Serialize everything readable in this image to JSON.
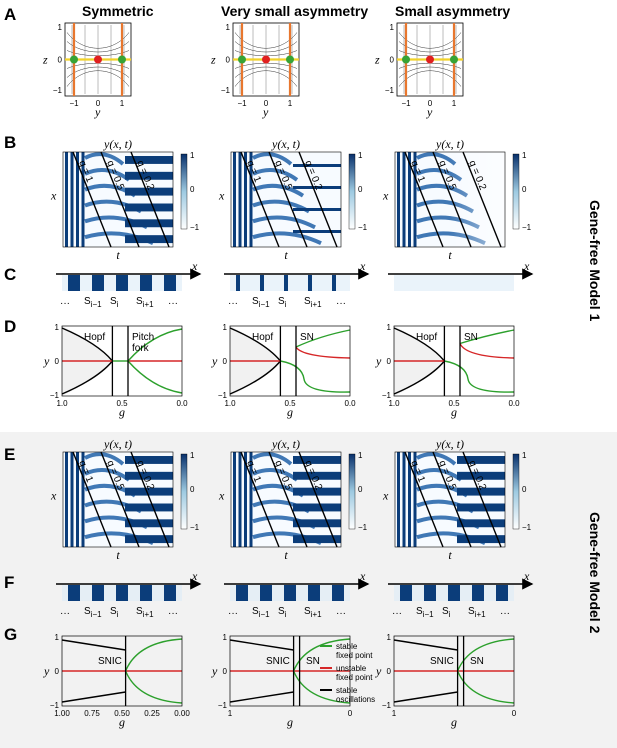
{
  "panel_letters": {
    "A": "A",
    "B": "B",
    "C": "C",
    "D": "D",
    "E": "E",
    "F": "F",
    "G": "G"
  },
  "columns": [
    "Symmetric",
    "Very small asymmetry",
    "Small asymmetry"
  ],
  "side_labels": {
    "model1": "Gene-free Model 1",
    "model2": "Gene-free Model 2"
  },
  "phase": {
    "ylabel": "z",
    "xlabel": "y",
    "xticks": [
      "−1",
      "0",
      "1"
    ],
    "yticks": [
      "1",
      "0",
      "−1"
    ]
  },
  "kymo": {
    "title": "y(x, t)",
    "xlabel": "t",
    "ylabel": "x",
    "g_labels": [
      "g = 1",
      "g = 0.5",
      "g = 0.2"
    ],
    "colorbar_ticks": [
      "1",
      "0",
      "−1"
    ]
  },
  "segments": {
    "axis_label": "x",
    "labels": [
      "S",
      "S",
      "S"
    ],
    "subs": [
      "i−1",
      "i",
      "i+1"
    ],
    "ellipsis": "···"
  },
  "bifurc_B": {
    "ylabel": "y",
    "xlabel": "g",
    "yticks": [
      "1",
      "0",
      "−1"
    ],
    "xticks": [
      "1.0",
      "0.5",
      "0.0"
    ],
    "annotations": [
      [
        "Hopf",
        "Pitch",
        "fork"
      ],
      [
        "Hopf",
        "SN",
        ""
      ],
      [
        "Hopf",
        "SN",
        ""
      ]
    ]
  },
  "bifurc_G": {
    "ylabel": "y",
    "xlabel": "g",
    "yticks": [
      "1",
      "0",
      "−1"
    ],
    "xticks_first": [
      "1.00",
      "0.75",
      "0.50",
      "0.25",
      "0.00"
    ],
    "xticks_other": [
      "1",
      "0"
    ],
    "annotations": [
      [
        "SNIC",
        ""
      ],
      [
        "SNIC",
        "SN"
      ],
      [
        "SNIC",
        "SN"
      ]
    ],
    "legend": [
      {
        "line1": "stable",
        "line2": "fixed point",
        "color": "#2ca02c"
      },
      {
        "line1": "unstable",
        "line2": "fixed point",
        "color": "#d62728"
      },
      {
        "line1": "stable",
        "line2": "oscillations",
        "color": "#000000"
      }
    ]
  },
  "colors": {
    "stable": "#2ca02c",
    "unstable": "#d62728",
    "osc": "#000000",
    "navy": "#0b3d7a",
    "shade": "#f1f1f1",
    "orange": "#e8772e",
    "yellow": "#f2d22a"
  }
}
